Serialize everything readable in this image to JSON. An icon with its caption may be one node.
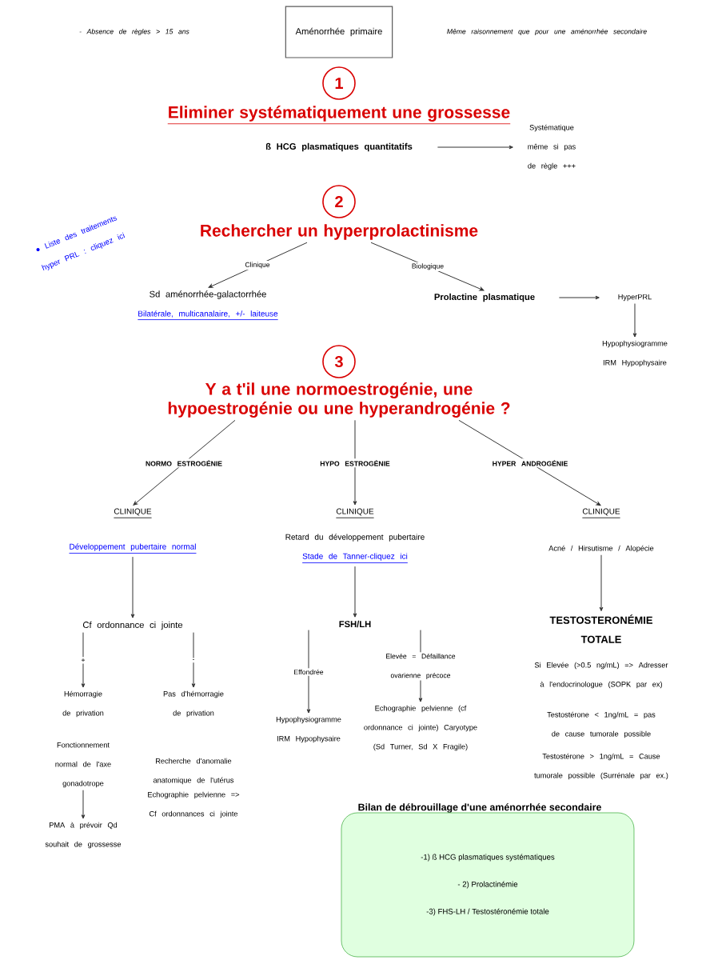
{
  "diagram": {
    "nodes": [
      {
        "text": [
          "Aménorrhée primaire"
        ]
      },
      {
        "text": [
          "1"
        ]
      },
      {
        "text": [
          "ß HCG plasmatiques quantitatifs"
        ]
      },
      {
        "text": [
          "Systématique même si pas de règle +++"
        ]
      },
      {
        "text": [
          "2"
        ]
      },
      {
        "text": [
          "Rechercher un hyperprolactinisme"
        ]
      },
      {
        "text": [
          "Sd aménorrhée-galactorrhée",
          "Bilatérale, multicanalaire, +/- laiteuse"
        ]
      },
      {
        "text": [
          "Prolactine plasmatique"
        ]
      },
      {
        "text": [
          "HyperPRL"
        ]
      },
      {
        "text": [
          "Hypophysiogramme IRM Hypophysaire"
        ]
      },
      {
        "text": [
          "3"
        ]
      },
      {
        "text": [
          "Y a t'il une normoestrogénie, une hypoestrogénie ou une hyperandrogénie ?"
        ]
      },
      {
        "text": [
          "CLINIQUE"
        ]
      },
      {
        "text": [
          "Développement pubertaire normal"
        ]
      },
      {
        "text": [
          "Cf ordonnance ci jointe"
        ]
      },
      {
        "text": [
          "Hémorragie de privation"
        ]
      },
      {
        "text": [
          "Pas d'hémorragie de privation"
        ]
      },
      {
        "text": [
          "Fonctionnement normal de l'axe gonadotrope"
        ]
      },
      {
        "text": [
          "PMA à prévoir Qd souhait de grossesse"
        ]
      },
      {
        "text": [
          "CLINIQUE"
        ]
      },
      {
        "text": [
          "Retard du développement pubertaire",
          "Stade de Tanner-cliquez ici"
        ]
      },
      {
        "text": [
          "FSH/LH"
        ]
      },
      {
        "text": [
          "Hypophysiogramme IRM Hypophysaire"
        ]
      },
      {
        "text": [
          "Echographie pelvienne (cf ordonnance ci jointe) Caryotype (Sd Turner, Sd X Fragile)"
        ]
      },
      {
        "text": [
          "CLINIQUE"
        ]
      },
      {
        "text": [
          "Acné / Hirsutisme / Alopécie"
        ]
      },
      {
        "text": [
          "TESTOSTERONÉMIE TOTALE"
        ]
      },
      {
        "text": [
          "Bilan de débrouillage d'une aménorrhée secondaire",
          "-1) ß HCG plasmatiques systématiques",
          "- 2) Prolactinémie",
          "-3) FHS-LH / Testostéronémie totale"
        ]
      }
    ],
    "edges": [
      {
        "from": 2,
        "to": 3,
        "arrow": "to"
      },
      {
        "from": 5,
        "to": 6,
        "arrow": "to",
        "label": "Clinique"
      },
      {
        "from": 5,
        "to": 7,
        "arrow": "to",
        "label": "Biologique"
      },
      {
        "from": 7,
        "to": 8,
        "arrow": "to"
      },
      {
        "from": 8,
        "to": 9,
        "arrow": "to"
      },
      {
        "from": 11,
        "to": 12,
        "arrow": "to",
        "label": "NORMO ESTROGÉNIE"
      },
      {
        "from": 11,
        "to": 19,
        "arrow": "to",
        "label": "HYPO ESTROGÉNIE"
      },
      {
        "from": 11,
        "to": 24,
        "arrow": "to",
        "label": "HYPER ANDROGÉNIE"
      },
      {
        "from": 13,
        "to": 14,
        "arrow": "to"
      },
      {
        "from": 14,
        "to": 15,
        "arrow": "to",
        "label": "+"
      },
      {
        "from": 14,
        "to": 16,
        "arrow": "to",
        "label": "-"
      },
      {
        "from": 17,
        "to": 18,
        "arrow": "to"
      },
      {
        "from": 20,
        "to": 21,
        "arrow": "to"
      },
      {
        "from": 21,
        "to": 22,
        "arrow": "to",
        "label": "Effondrée"
      },
      {
        "from": 21,
        "to": 23,
        "arrow": "to",
        "label": "Elevée = Défaillance ovarienne précoce"
      },
      {
        "from": 25,
        "to": 26,
        "arrow": "to"
      }
    ],
    "labels": [
      "- Absence de règles > 15 ans",
      "Même raisonnement que pour une aménorrhée secondaire",
      "Eliminer systématiquement une grossesse",
      "● Liste des traitements hyper PRL : cliquez ici",
      "Recherche d'anomalie anatomique de l'utérus",
      "Echographie pelvienne => Cf ordonnances ci jointe",
      "Si Elevée (>0.5 ng/mL) => Adresser à l'endocrinologue (SOPK par ex)",
      "Testostérone < 1ng/mL = pas de cause tumorale possible",
      "Testostérone > 1ng/mL = Cause tumorale possible (Surrénale par ex.)"
    ]
  }
}
